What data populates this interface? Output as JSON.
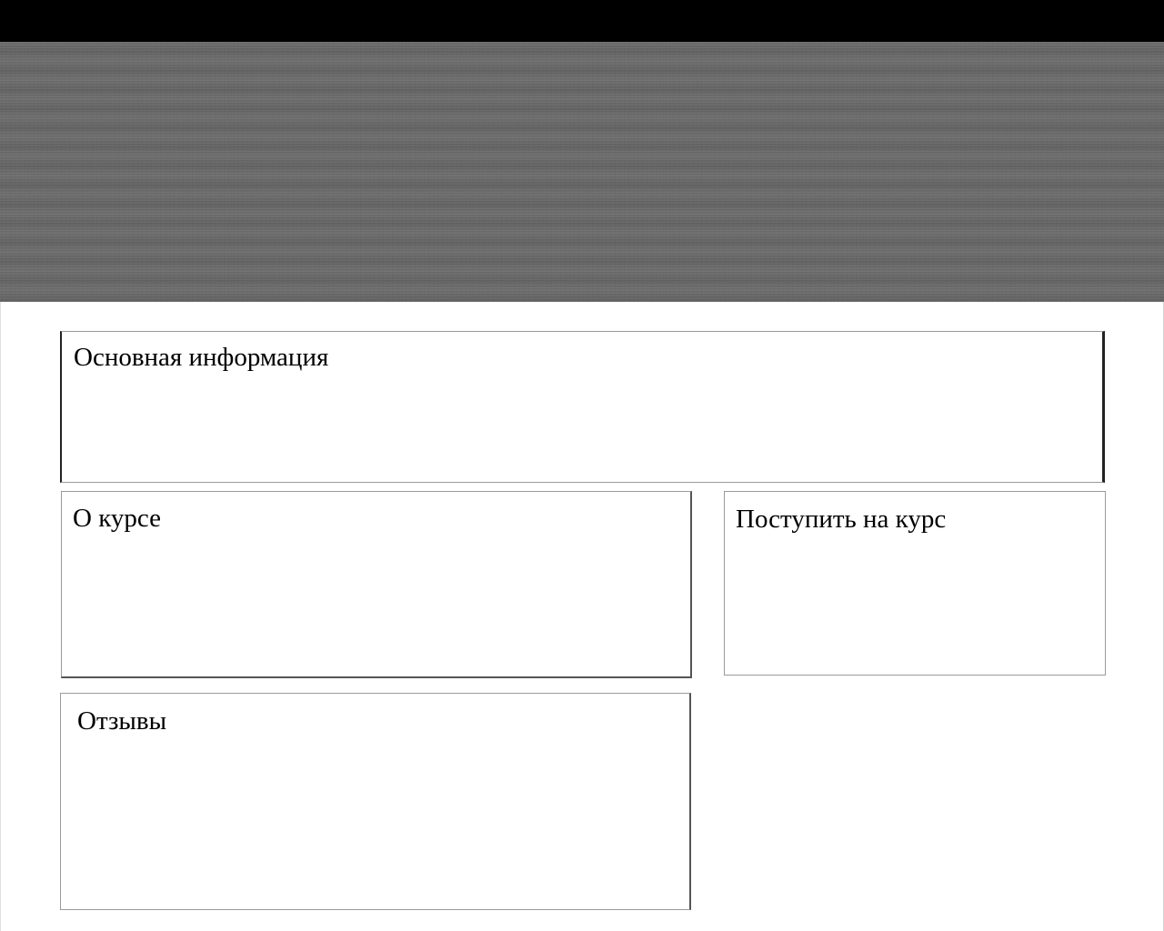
{
  "sections": {
    "main_info": {
      "title": "Основная информация"
    },
    "about_course": {
      "title": "О курсе"
    },
    "enroll": {
      "title": "Поступить на курс"
    },
    "reviews": {
      "title": "Отзывы"
    }
  },
  "colors": {
    "top_bar": "#000000",
    "banner": "#686868",
    "panel_border": "#9a9a9a",
    "background": "#ffffff"
  }
}
